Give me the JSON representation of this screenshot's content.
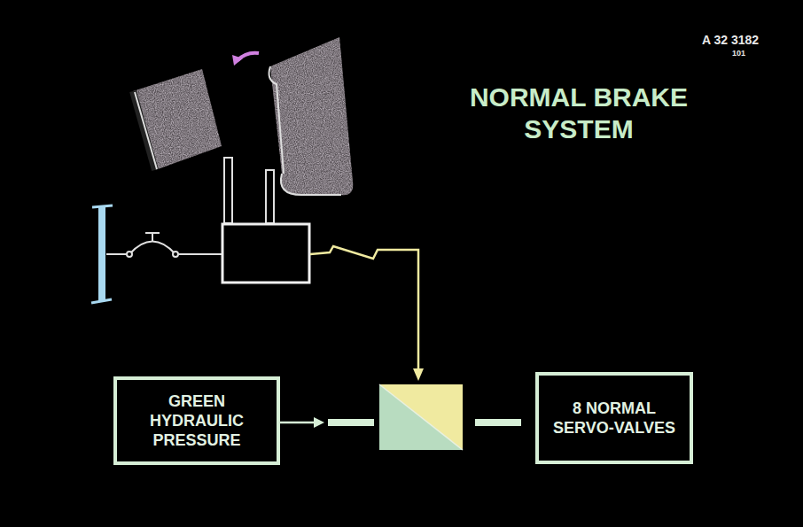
{
  "diagram": {
    "title": "NORMAL BRAKE SYSTEM",
    "nodes": [
      {
        "text": [
          "GREEN HYDRAULIC PRESSURE"
        ]
      },
      {
        "text": [
          "8 NORMAL SERVO-VALVES"
        ]
      }
    ],
    "edges": [
      {
        "from": 0,
        "to": 1,
        "arrow": "to"
      }
    ],
    "labels": [
      "A 32 3182",
      "101"
    ]
  }
}
